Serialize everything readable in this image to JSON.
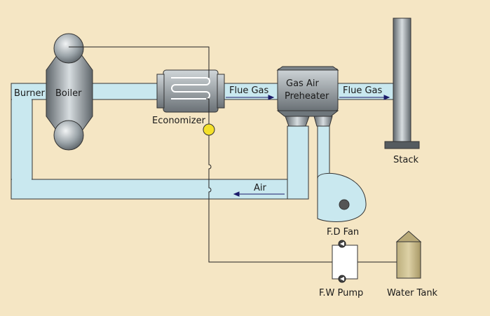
{
  "colors": {
    "background": "#f5e6c4",
    "duct": "#c9e8ef",
    "steel": "#8f9aa0",
    "steel_dark": "#5d6469",
    "valve": "#f4e02a",
    "tank": "#c9b98a",
    "line": "#222222"
  },
  "labels": {
    "burner": "Burner",
    "boiler": "Boiler",
    "economizer": "Economizer",
    "flue_gas_1": "Flue Gas",
    "gas_air_preheater_line1": "Gas Air",
    "gas_air_preheater_line2": "Preheater",
    "flue_gas_2": "Flue Gas",
    "stack": "Stack",
    "air": "Air",
    "fd_fan": "F.D Fan",
    "fw_pump": "F.W Pump",
    "water_tank": "Water Tank"
  },
  "icons": {
    "flow_arrow": "arrow-right-icon",
    "air_arrow": "arrow-left-icon",
    "valve": "valve-icon",
    "pump": "pump-icon",
    "fan": "fan-icon"
  }
}
